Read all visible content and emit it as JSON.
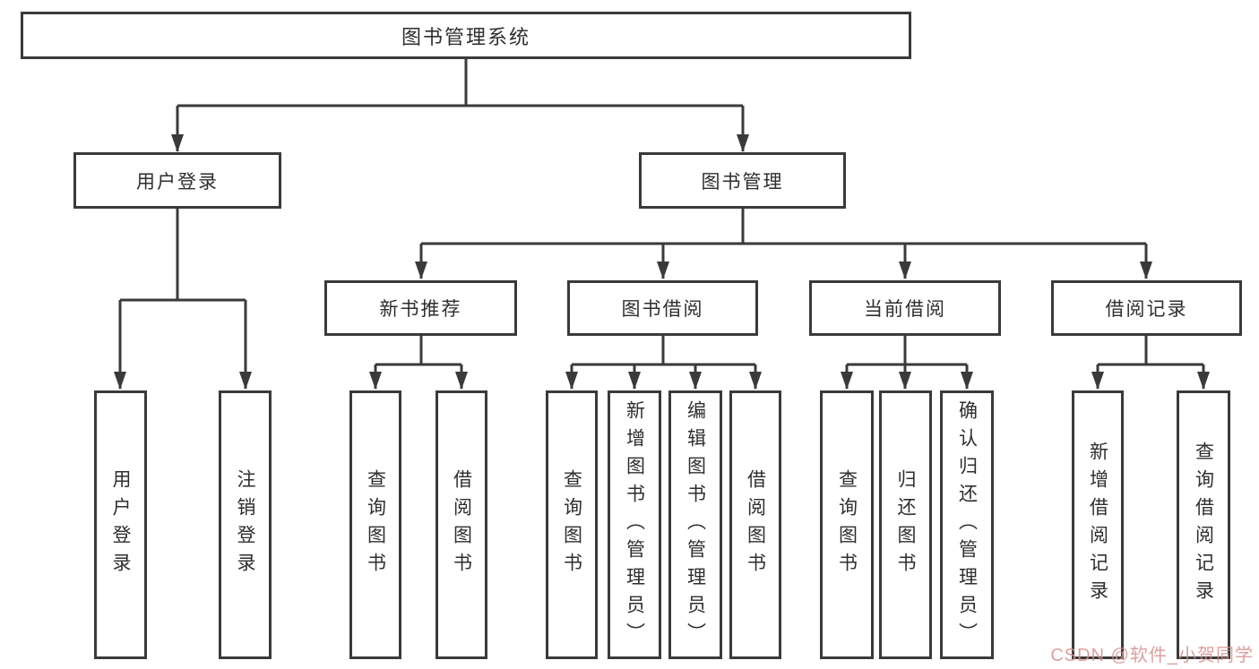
{
  "diagram_type": "hierarchy-tree",
  "colors": {
    "line": "#3a3a3a",
    "box_border": "#3a3a3a",
    "box_fill": "#ffffff",
    "text": "#2e2e2e",
    "background": "#ffffff",
    "watermark": "#d68f8f"
  },
  "tree": {
    "label": "图书管理系统",
    "children": [
      {
        "label": "用户登录",
        "children": [
          {
            "label": "用户登录"
          },
          {
            "label": "注销登录"
          }
        ]
      },
      {
        "label": "图书管理",
        "children": [
          {
            "label": "新书推荐",
            "children": [
              {
                "label": "查询图书"
              },
              {
                "label": "借阅图书"
              }
            ]
          },
          {
            "label": "图书借阅",
            "children": [
              {
                "label": "查询图书"
              },
              {
                "label": "新增图书（管理员）"
              },
              {
                "label": "编辑图书（管理员）"
              },
              {
                "label": "借阅图书"
              }
            ]
          },
          {
            "label": "当前借阅",
            "children": [
              {
                "label": "查询图书"
              },
              {
                "label": "归还图书"
              },
              {
                "label": "确认归还（管理员）"
              }
            ]
          },
          {
            "label": "借阅记录",
            "children": [
              {
                "label": "新增借阅记录"
              },
              {
                "label": "查询借阅记录"
              }
            ]
          }
        ]
      }
    ]
  },
  "watermark": {
    "text": "CSDN @软件_小贺同学"
  }
}
